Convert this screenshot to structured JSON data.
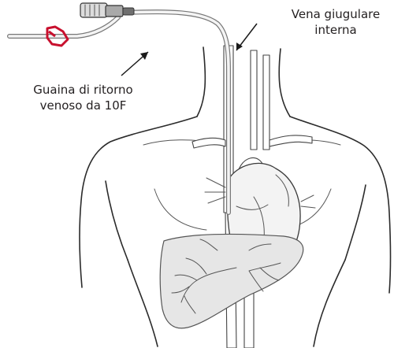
{
  "labels": {
    "internal_jugular_vein": [
      "Vena giugulare",
      "interna"
    ],
    "return_sheath": [
      "Guaina di ritorno",
      "venoso da 10F"
    ]
  },
  "colors": {
    "line_art": "#2b2b2b",
    "clamp_accent": "#c8102e",
    "liver_fill": "#e6e6e6",
    "background": "#ffffff"
  }
}
